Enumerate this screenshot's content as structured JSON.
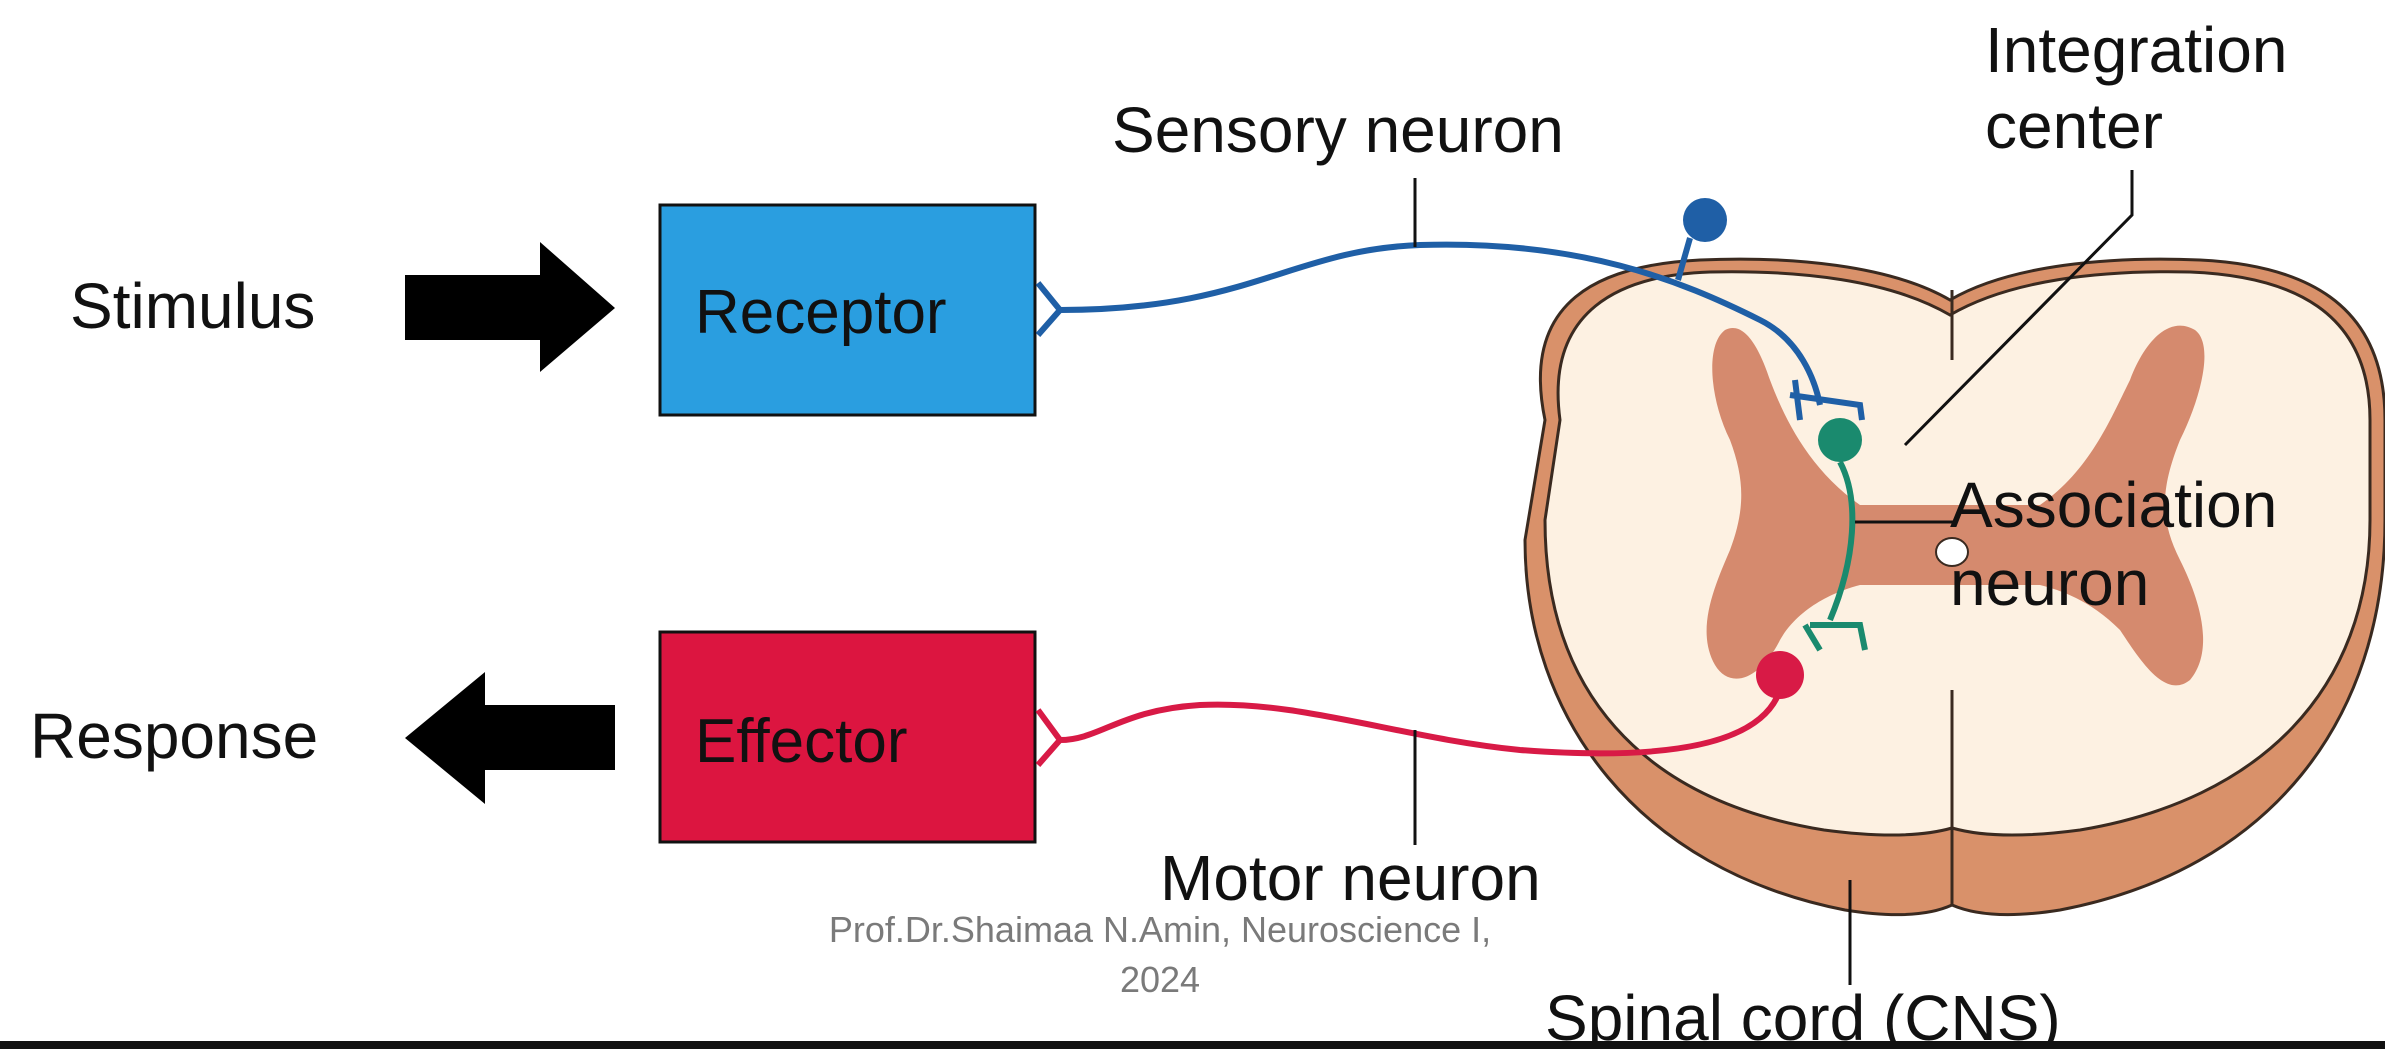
{
  "labels": {
    "stimulus": "Stimulus",
    "response": "Response",
    "receptor": "Receptor",
    "effector": "Effector",
    "sensory_neuron": "Sensory neuron",
    "motor_neuron": "Motor neuron",
    "integration_center_line1": "Integration",
    "integration_center_line2": "center",
    "association_neuron_line1": "Association",
    "association_neuron_line2": "neuron",
    "spinal_cord": "Spinal cord (CNS)"
  },
  "footer": {
    "line1": "Prof.Dr.Shaimaa N.Amin, Neuroscience I,",
    "line2": "2024"
  },
  "colors": {
    "receptor": "#2a9ee0",
    "effector": "#dc1540",
    "sensory": "#1f5fa6",
    "motor": "#d81a46",
    "association": "#1a8a6e",
    "cord_outer": "#d9916a",
    "cord_inner": "#fdf1e2",
    "gray_matter": "#d58a6e"
  }
}
